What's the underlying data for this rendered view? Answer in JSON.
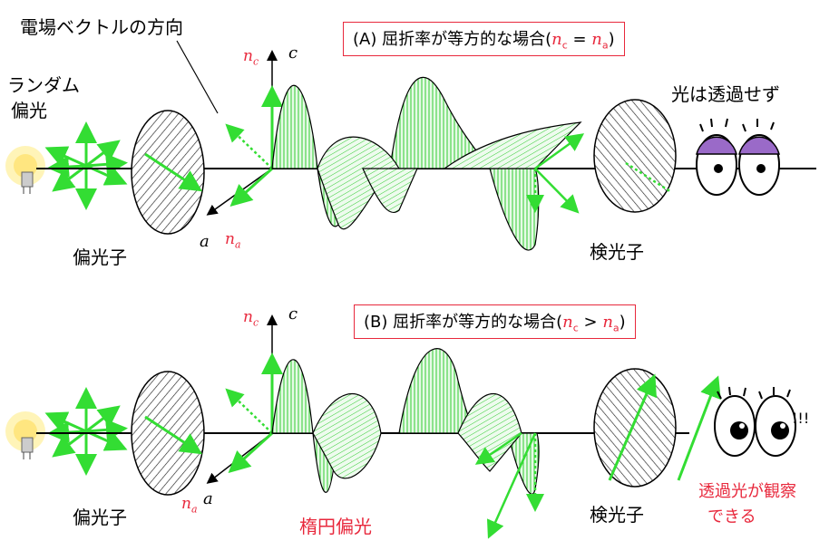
{
  "labels": {
    "efield_direction": "電場ベクトルの方向",
    "random_polarized_line1": "ランダム",
    "random_polarized_line2": "偏光",
    "polarizer_top": "偏光子",
    "polarizer_bottom": "偏光子",
    "analyzer_top": "検光子",
    "analyzer_bottom": "検光子",
    "no_light": "光は透過せず",
    "elliptical": "楕円偏光",
    "transmitted_line1": "透過光が観察",
    "transmitted_line2": "できる",
    "exclaim": "!!!"
  },
  "axes": {
    "c": "c",
    "a": "a",
    "nc": "n",
    "nc_sub": "c",
    "na": "n",
    "na_sub": "a"
  },
  "cases": {
    "A": {
      "prefix": "(A) 屈折率が等方的な場合(",
      "relation": "n",
      "sub1": "c",
      "op": " = ",
      "rel2": "n",
      "sub2": "a",
      "suffix": ")"
    },
    "B": {
      "prefix": "(B) 屈折率が等方的な場合(",
      "relation": "n",
      "sub1": "c",
      "op": " > ",
      "rel2": "n",
      "sub2": "a",
      "suffix": ")"
    }
  },
  "colors": {
    "arrow": "#33dd33",
    "wave_fill": "#ccf5cc",
    "label_red": "#e8283c",
    "eye_purple": "#9a6ac8"
  }
}
